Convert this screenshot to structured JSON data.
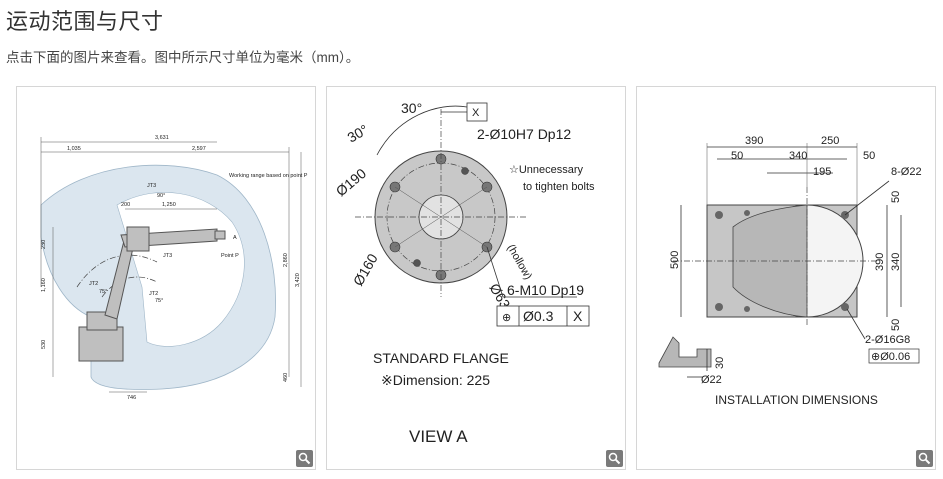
{
  "header": {
    "title": "运动范围与尺寸",
    "description": "点击下面的图片来查看。图中所示尺寸单位为毫米（mm）。"
  },
  "panel1": {
    "dims_top": [
      "3,631",
      "1,035",
      "2,597"
    ],
    "dims_inner": [
      "200",
      "1,250"
    ],
    "dims_right": [
      "2,860",
      "3,420",
      "460"
    ],
    "dims_left": [
      "230",
      "1,160",
      "530"
    ],
    "dim_bottom": "746",
    "joints": [
      "JT3",
      "JT2",
      "JT3",
      "JT2"
    ],
    "angles": [
      "90°",
      "75°",
      "75°"
    ],
    "point_a": "A",
    "point_p": "Point P",
    "working_range": "Working range based on point P"
  },
  "panel2": {
    "angle_30_a": "30°",
    "angle_30_b": "30°",
    "datum_x": "X",
    "holes": "2-Ø10H7 Dp12",
    "unnecessary_1": "☆Unnecessary",
    "unnecessary_2": "to tighten bolts",
    "dia_190": "Ø190",
    "dia_160": "Ø160",
    "dia_63": "Ø63",
    "hollow": "(hollow)",
    "bolts": "6-M10 Dp19",
    "tol_symbol": "⊕",
    "tol_value": "Ø0.3",
    "tol_datum": "X",
    "flange_label": "STANDARD FLANGE",
    "dimension_label": "※Dimension:  225",
    "view_label": "VIEW A"
  },
  "panel3": {
    "dim_390_top": "390",
    "dim_250": "250",
    "dim_50_a": "50",
    "dim_340_top": "340",
    "dim_50_b": "50",
    "dim_195": "195",
    "holes_8": "8-Ø22",
    "dim_500": "500",
    "dim_390_right": "390",
    "dim_340_right": "340",
    "dim_50_right_top": "50",
    "dim_50_right_bottom": "50",
    "pins": "2-Ø16G8",
    "tol_pins": "⊕Ø0.06",
    "dim_30": "30",
    "dia_22": "Ø22",
    "install_label": "INSTALLATION DIMENSIONS"
  },
  "zoom_icon": "magnifier-icon"
}
